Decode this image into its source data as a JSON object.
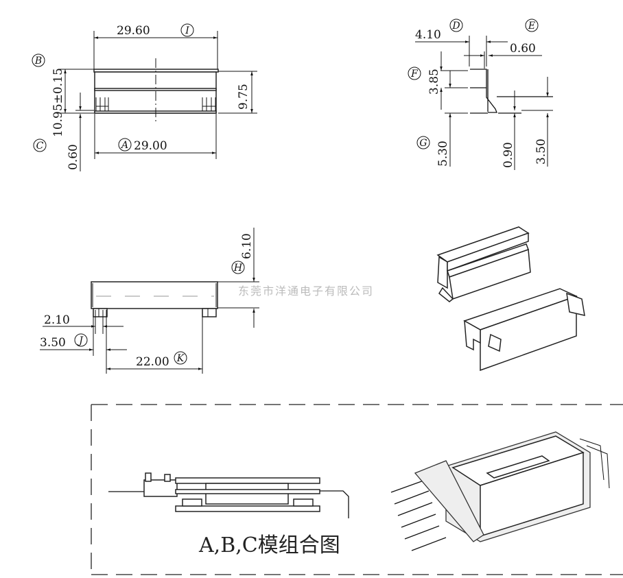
{
  "top_view": {
    "width_top": "29.60",
    "width_top_ref": "I",
    "width_bottom": "29.00",
    "width_bottom_ref": "A",
    "height_tol": "10.95±0.15",
    "height_ref": "B",
    "base_thickness": "0.60",
    "base_ref": "C",
    "inner_height": "9.75"
  },
  "side_section": {
    "dim_4_10": "4.10",
    "ref_d": "D",
    "ref_e": "E",
    "dim_0_60": "0.60",
    "ref_f": "F",
    "dim_3_85": "3.85",
    "ref_g": "G",
    "dim_5_30": "5.30",
    "dim_0_90": "0.90",
    "dim_3_50": "3.50"
  },
  "front_view": {
    "height": "6.10",
    "height_ref": "H",
    "leg_width": "2.10",
    "leg_offset": "3.50",
    "leg_offset_ref": "J",
    "leg_pitch": "22.00",
    "leg_pitch_ref": "K"
  },
  "watermark": "东莞市洋通电子有限公司",
  "assembly": {
    "caption": "A,B,C模组合图"
  }
}
